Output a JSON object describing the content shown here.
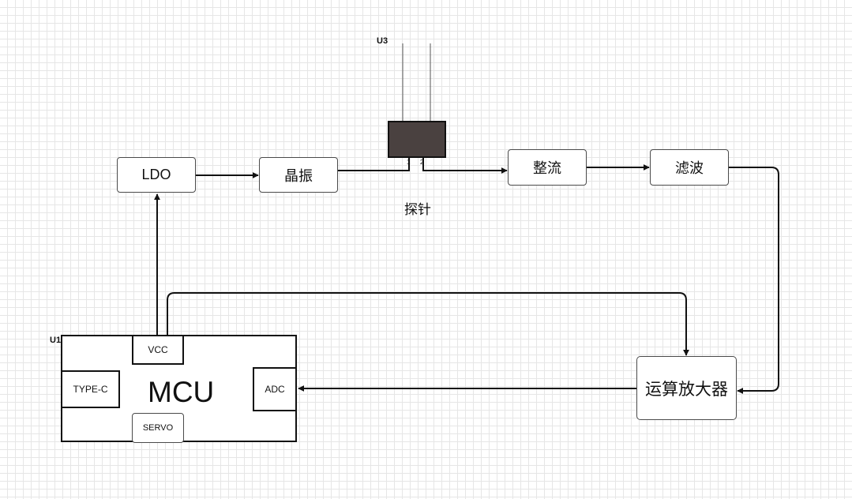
{
  "blocks": {
    "ldo": "LDO",
    "crystal": "晶振",
    "rectifier": "整流",
    "filter": "滤波",
    "opamp": "运算放大器"
  },
  "probe": {
    "ref": "U3",
    "caption": "探针",
    "pin1": "1",
    "pin2": "2"
  },
  "mcu": {
    "ref": "U1",
    "title": "MCU",
    "pins": {
      "vcc": "VCC",
      "typec": "TYPE-C",
      "adc": "ADC",
      "servo": "SERVO"
    }
  },
  "colors": {
    "line": "#111111",
    "chip_fill": "#4a4140",
    "box_border": "#4a4a4a",
    "grid": "#e6e6e6"
  }
}
